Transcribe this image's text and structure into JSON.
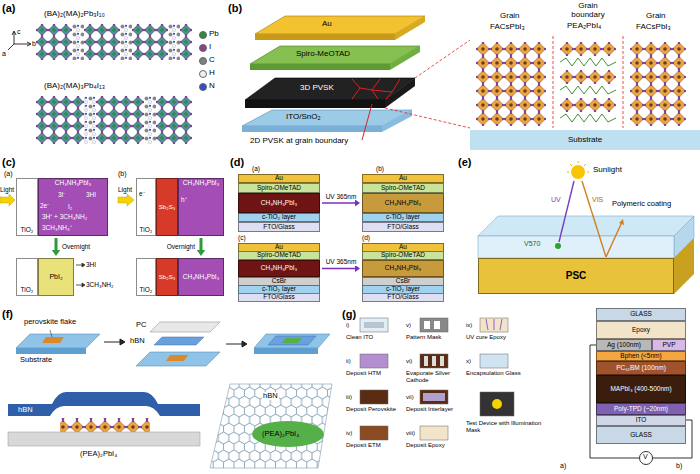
{
  "diagram": {
    "nodes": [
      {
        "text": [
          "TiO₂"
        ]
      },
      {
        "text": [
          "CH₃NH₃PbI₃"
        ]
      },
      {
        "text": [
          "TiO₂"
        ]
      },
      {
        "text": [
          "PbI₂"
        ]
      },
      {
        "text": [
          "TiO₂"
        ]
      },
      {
        "text": [
          "Sb₂S₃"
        ]
      },
      {
        "text": [
          "CH₃NH₃PbI₃"
        ]
      },
      {
        "text": [
          "TiO₂"
        ]
      },
      {
        "text": [
          "Sb₂S₃"
        ]
      },
      {
        "text": [
          "CH₃NH₃PbI₃"
        ]
      },
      {
        "text": [
          "Au"
        ]
      },
      {
        "text": [
          "Spiro-OMeTAD"
        ]
      },
      {
        "text": [
          "CH₃NH₃PbI₃"
        ]
      },
      {
        "text": [
          "c-TiO₂ layer"
        ]
      },
      {
        "text": [
          "FTO/Glass"
        ]
      },
      {
        "text": [
          "Au"
        ]
      },
      {
        "text": [
          "Spiro-OMeTAD"
        ]
      },
      {
        "text": [
          "CH₃NH₃PbI₃"
        ]
      },
      {
        "text": [
          "c-TiO₂ layer"
        ]
      },
      {
        "text": [
          "FTO/Glass"
        ]
      },
      {
        "text": [
          "Au"
        ]
      },
      {
        "text": [
          "Spiro-OMeTAD"
        ]
      },
      {
        "text": [
          "CH₃NH₃PbI₃"
        ]
      },
      {
        "text": [
          "CsBr"
        ]
      },
      {
        "text": [
          "c-TiO₂ layer"
        ]
      },
      {
        "text": [
          "FTO/Glass"
        ]
      },
      {
        "text": [
          "Au"
        ]
      },
      {
        "text": [
          "Spiro-OMeTAD"
        ]
      },
      {
        "text": [
          "CH₃NH₃PbI₃"
        ]
      },
      {
        "text": [
          "CsBr"
        ]
      },
      {
        "text": [
          "c-TiO₂ layer"
        ]
      },
      {
        "text": [
          "FTO/Glass"
        ]
      },
      {
        "text": [
          "PSC"
        ]
      },
      {
        "text": [
          "GLASS"
        ]
      },
      {
        "text": [
          "Epoxy"
        ]
      },
      {
        "text": [
          "Ag (100nm)"
        ]
      },
      {
        "text": [
          "PVP"
        ]
      },
      {
        "text": [
          "Bphen (<5nm)"
        ]
      },
      {
        "text": [
          "PC₆₁BM (100nm)"
        ]
      },
      {
        "text": [
          "MAPbI₃ (400-500nm)"
        ]
      },
      {
        "text": [
          "Poly-TPD (~20nm)"
        ]
      },
      {
        "text": [
          "ITO"
        ]
      },
      {
        "text": [
          "GLASS"
        ]
      }
    ],
    "edges": [
      {
        "from": 1,
        "to": 3,
        "arrow": "to",
        "label": "Overnight"
      },
      {
        "from": 6,
        "to": 9,
        "arrow": "to",
        "label": "Overnight"
      },
      {
        "from": 12,
        "to": 17,
        "arrow": "to",
        "label": "UV 365nm"
      },
      {
        "from": 22,
        "to": 28,
        "arrow": "to",
        "label": "UV 365nm"
      }
    ],
    "labels": [
      "(a)",
      "(BA)₂(MA)₂Pb₃I₁₀",
      "b",
      "c",
      "a",
      "(BA)₂(MA)₃Pb₄I₁₃",
      "(b)",
      "Au",
      "Spiro-MeOTAD",
      "3D PVSK",
      "ITO/SnO₂",
      "2D PVSK at grain boundary",
      "Grain",
      "FACsPbI₃",
      "Grain boundary",
      "PEA₂PbI₄",
      "Grain",
      "FACsPbI₃",
      "Substrate",
      "(c)",
      "(a)",
      "Light",
      "2e⁻",
      "3I⁻",
      "3HI",
      "I₂",
      "3H⁺ + 3CH₃NH₂",
      "3CH₃NH₃⁺",
      "3HI",
      "3CH₃NH₂",
      "(b)",
      "Light",
      "e⁻",
      "h⁺",
      "(d)",
      "(a)",
      "(b)",
      "(c)",
      "(d)",
      "(e)",
      "Sunlight",
      "UV",
      "VIS",
      "V570",
      "Polymeric coating",
      "(f)",
      "perovskite flake",
      "PC",
      "hBN",
      "Substrate",
      "hBN",
      "(PEA)₂PbI₄",
      "hBN",
      "(PEA)₂PbI₄",
      "(g)",
      "i)",
      "Clean ITO",
      "ii)",
      "Deposit HTM",
      "iii)",
      "Deposit Perovskite",
      "iv)",
      "Deposit ETM",
      "v)",
      "Pattern Mask",
      "vi)",
      "Evaporate Silver Cathode",
      "vii)",
      "Deposit Interlayer",
      "viii)",
      "Deposit Epoxy",
      "ix)",
      "UV cure Epoxy",
      "x)",
      "Encapsulation Glass",
      "Test Device with Illumination Mask",
      "a)",
      "b)",
      "V"
    ],
    "legend": [
      {
        "text": "Pb",
        "color": "#2e8b3c"
      },
      {
        "text": "I",
        "color": "#8e3f8e"
      },
      {
        "text": "C",
        "color": "#808080"
      },
      {
        "text": "H",
        "color": "#f0f0f0"
      },
      {
        "text": "N",
        "color": "#3050c8"
      }
    ]
  }
}
